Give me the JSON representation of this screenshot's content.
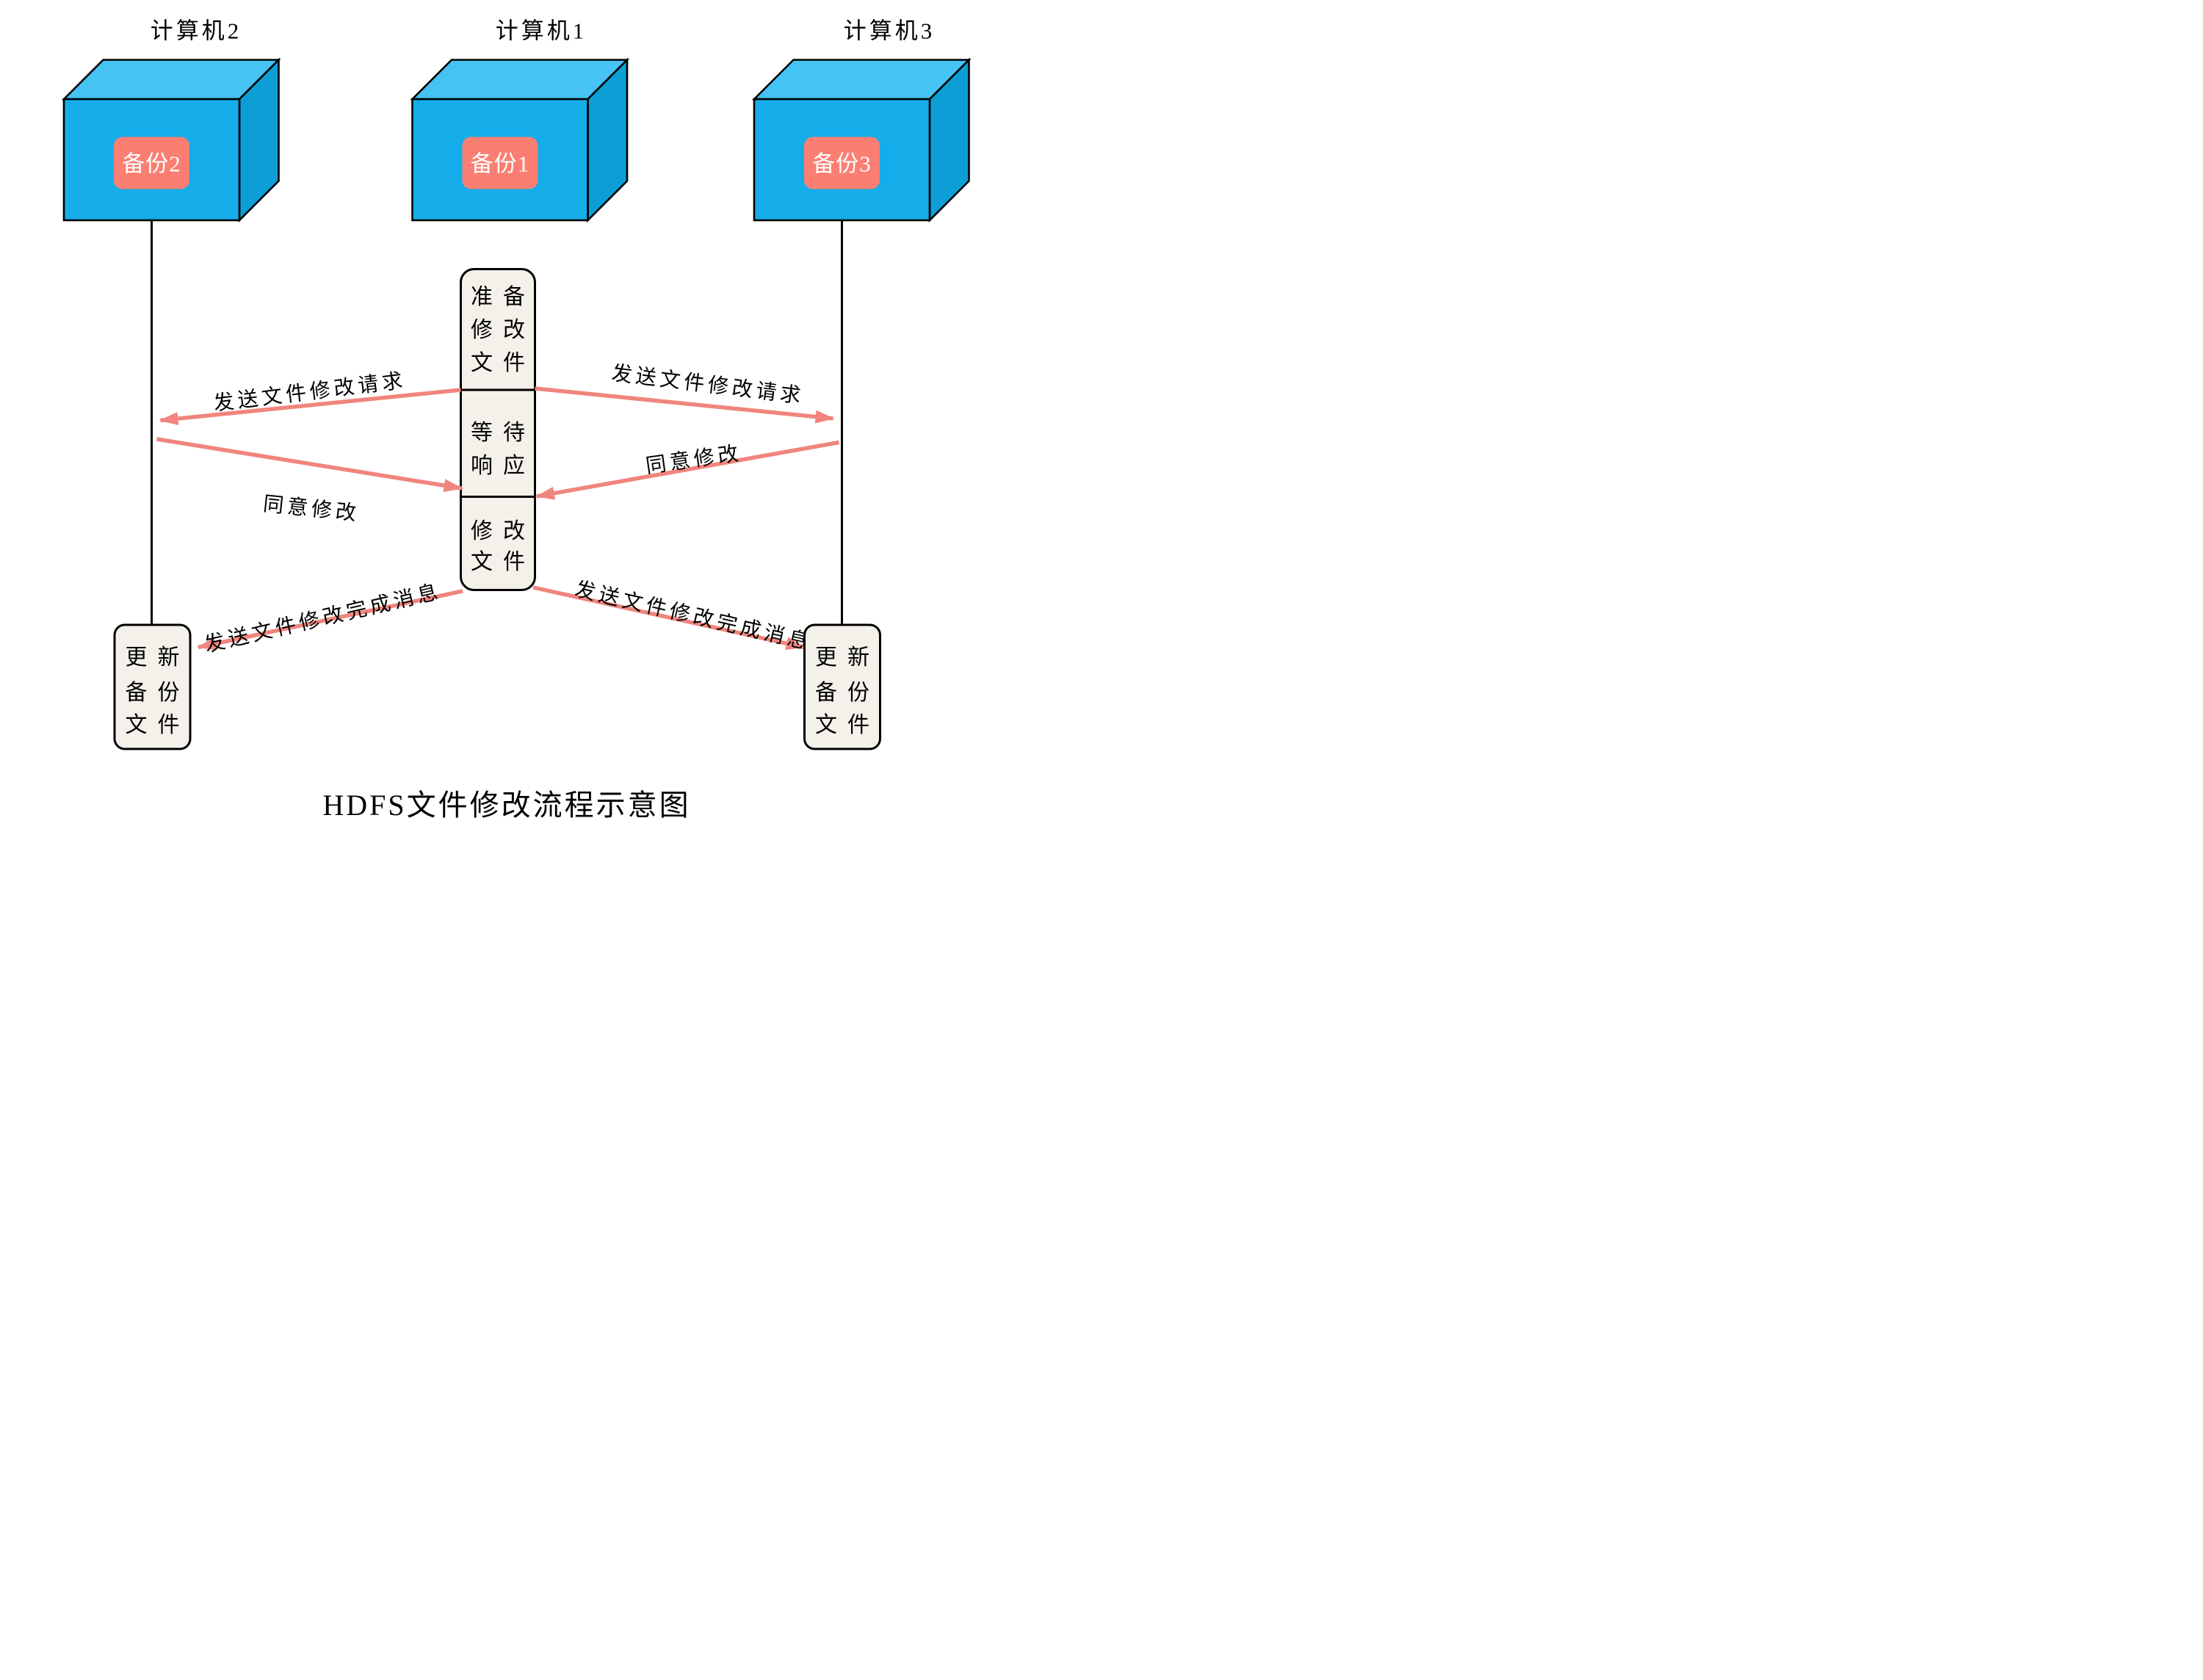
{
  "page": {
    "title": "HDFS文件修改流程示意图"
  },
  "computers": [
    {
      "title": "计算机2",
      "backup": "备份2"
    },
    {
      "title": "计算机1",
      "backup": "备份1"
    },
    {
      "title": "计算机3",
      "backup": "备份3"
    }
  ],
  "flow": {
    "step1": {
      "l1": "准备",
      "l2": "修改",
      "l3": "文件"
    },
    "step2": {
      "l1": "等待",
      "l2": "响应"
    },
    "step3": {
      "l1": "修改",
      "l2": "文件"
    }
  },
  "update": {
    "l1": "更新",
    "l2": "备份",
    "l3": "文件"
  },
  "messages": {
    "request": "发送文件修改请求",
    "agree": "同意修改",
    "complete": "发送文件修改完成消息"
  },
  "colors": {
    "box-front": "#15ade9",
    "box-top": "#45c3f3",
    "box-side": "#0d9ed6",
    "backup": "#fa7f72",
    "panel": "#f4f1ea",
    "arrow": "#f0857d",
    "line": "#000000",
    "text": "#000000"
  }
}
